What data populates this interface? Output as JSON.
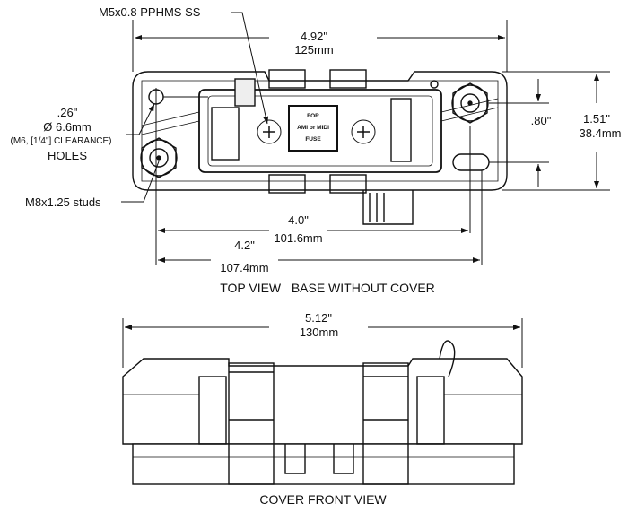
{
  "top_view": {
    "screw_callout": "M5x0.8 PPHMS SS",
    "overall_length_in": "4.92\"",
    "overall_length_mm": "125mm",
    "hole_in": ".26\"",
    "hole_mm": "Ø 6.6mm",
    "hole_note": "(M6, [1/4\"] CLEARANCE)",
    "hole_word": "HOLES",
    "stud_callout": "M8x1.25 studs",
    "stud_spacing_in": "4.0\"",
    "stud_spacing_mm": "101.6mm",
    "hole_spacing_in": "4.2\"",
    "hole_spacing_mm": "107.4mm",
    "inner_height_in": ".80\"",
    "height_in": "1.51\"",
    "height_mm": "38.4mm",
    "fuse_label": [
      "FOR",
      "AMI or MIDI",
      "FUSE"
    ],
    "caption": "TOP VIEW   BASE WITHOUT COVER"
  },
  "front_view": {
    "length_in": "5.12\"",
    "length_mm": "130mm",
    "caption": "COVER FRONT VIEW"
  }
}
